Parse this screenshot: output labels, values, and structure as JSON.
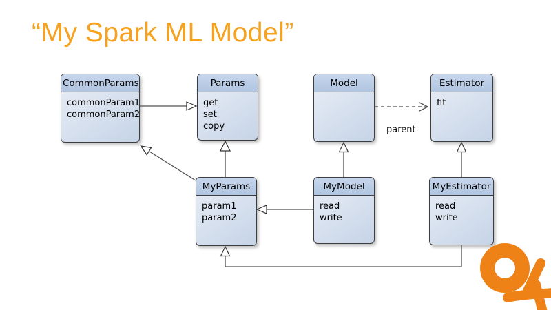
{
  "slide": {
    "title": "“My Spark ML Model”",
    "title_color": "#F6A21E",
    "background_color": "#FFFFFF"
  },
  "diagram": {
    "classes": [
      {
        "name": "CommonParams",
        "members": [
          "commonParam1",
          "commonParam2"
        ]
      },
      {
        "name": "Params",
        "members": [
          "get",
          "set",
          "copy"
        ]
      },
      {
        "name": "Model",
        "members": []
      },
      {
        "name": "Estimator",
        "members": [
          "fit"
        ]
      },
      {
        "name": "MyParams",
        "members": [
          "param1",
          "param2"
        ]
      },
      {
        "name": "MyModel",
        "members": [
          "read",
          "write"
        ]
      },
      {
        "name": "MyEstimator",
        "members": [
          "read",
          "write"
        ]
      }
    ],
    "relations": [
      {
        "from": "CommonParams",
        "to": "Params",
        "type": "generalization",
        "label": ""
      },
      {
        "from": "Model",
        "to": "Estimator",
        "type": "dependency-dashed",
        "label": "parent"
      },
      {
        "from": "MyParams",
        "to": "Params",
        "type": "generalization",
        "label": ""
      },
      {
        "from": "MyParams",
        "to": "CommonParams",
        "type": "generalization",
        "label": ""
      },
      {
        "from": "MyModel",
        "to": "MyParams",
        "type": "generalization",
        "label": ""
      },
      {
        "from": "MyModel",
        "to": "Model",
        "type": "generalization",
        "label": ""
      },
      {
        "from": "MyEstimator",
        "to": "Estimator",
        "type": "generalization",
        "label": ""
      },
      {
        "from": "MyEstimator",
        "to": "MyParams",
        "type": "generalization",
        "label": ""
      }
    ],
    "colors": {
      "box_header": "#B9CCE6",
      "box_body": "#DCE5F1",
      "box_border": "#3D3D3D",
      "line": "#4F4F4F"
    }
  },
  "logo": {
    "name": "ok-logo",
    "color": "#EF8216"
  }
}
